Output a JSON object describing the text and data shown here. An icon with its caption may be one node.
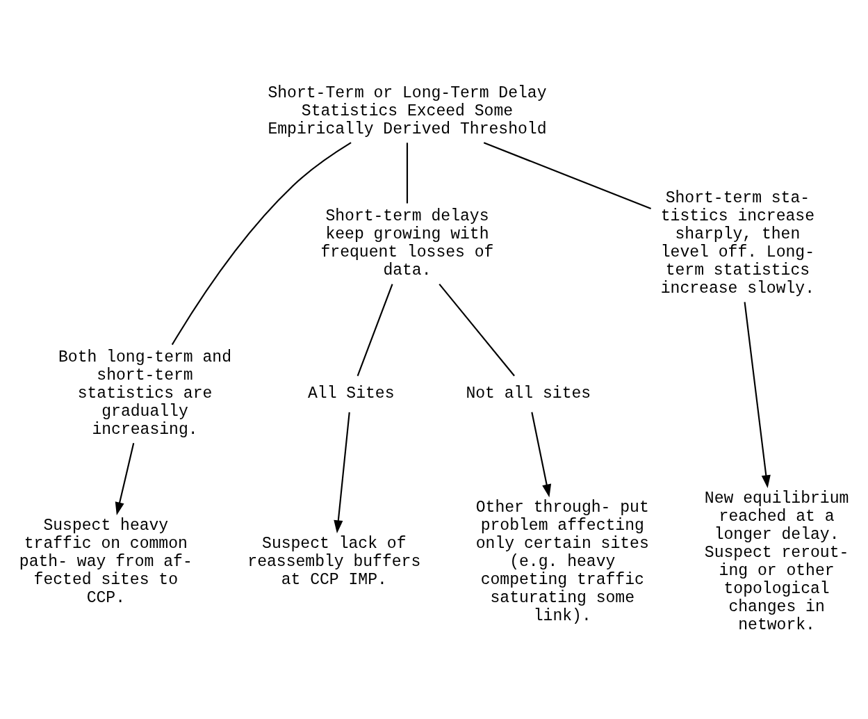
{
  "diagram": {
    "nodes": [
      {
        "text": [
          "Short-Term or Long-Term Delay Statistics Exceed Some Empirically Derived Threshold"
        ]
      },
      {
        "text": [
          "Both long-term and short-term statistics are gradually increasing."
        ]
      },
      {
        "text": [
          "Short-term delays keep growing with frequent losses of data."
        ]
      },
      {
        "text": [
          "Short-term sta- tistics increase sharply, then level off. Long- term statistics increase slowly."
        ]
      },
      {
        "text": [
          "All Sites"
        ]
      },
      {
        "text": [
          "Not all sites"
        ]
      },
      {
        "text": [
          "Suspect heavy traffic on common path- way from af- fected sites to CCP."
        ]
      },
      {
        "text": [
          "Suspect lack of reassembly buffers at CCP IMP."
        ]
      },
      {
        "text": [
          "Other through- put problem affecting only certain sites (e.g. heavy competing traffic saturating some link)."
        ]
      },
      {
        "text": [
          "New equilibrium reached at a longer delay. Suspect rerout- ing or other topological changes in network."
        ]
      }
    ],
    "edges": [
      {
        "from": 0,
        "to": 1,
        "arrow": "none"
      },
      {
        "from": 0,
        "to": 2,
        "arrow": "none"
      },
      {
        "from": 0,
        "to": 3,
        "arrow": "none"
      },
      {
        "from": 1,
        "to": 6,
        "arrow": "to"
      },
      {
        "from": 2,
        "to": 4,
        "arrow": "none"
      },
      {
        "from": 2,
        "to": 5,
        "arrow": "none"
      },
      {
        "from": 4,
        "to": 7,
        "arrow": "to"
      },
      {
        "from": 5,
        "to": 8,
        "arrow": "to"
      },
      {
        "from": 3,
        "to": 9,
        "arrow": "to"
      }
    ]
  }
}
